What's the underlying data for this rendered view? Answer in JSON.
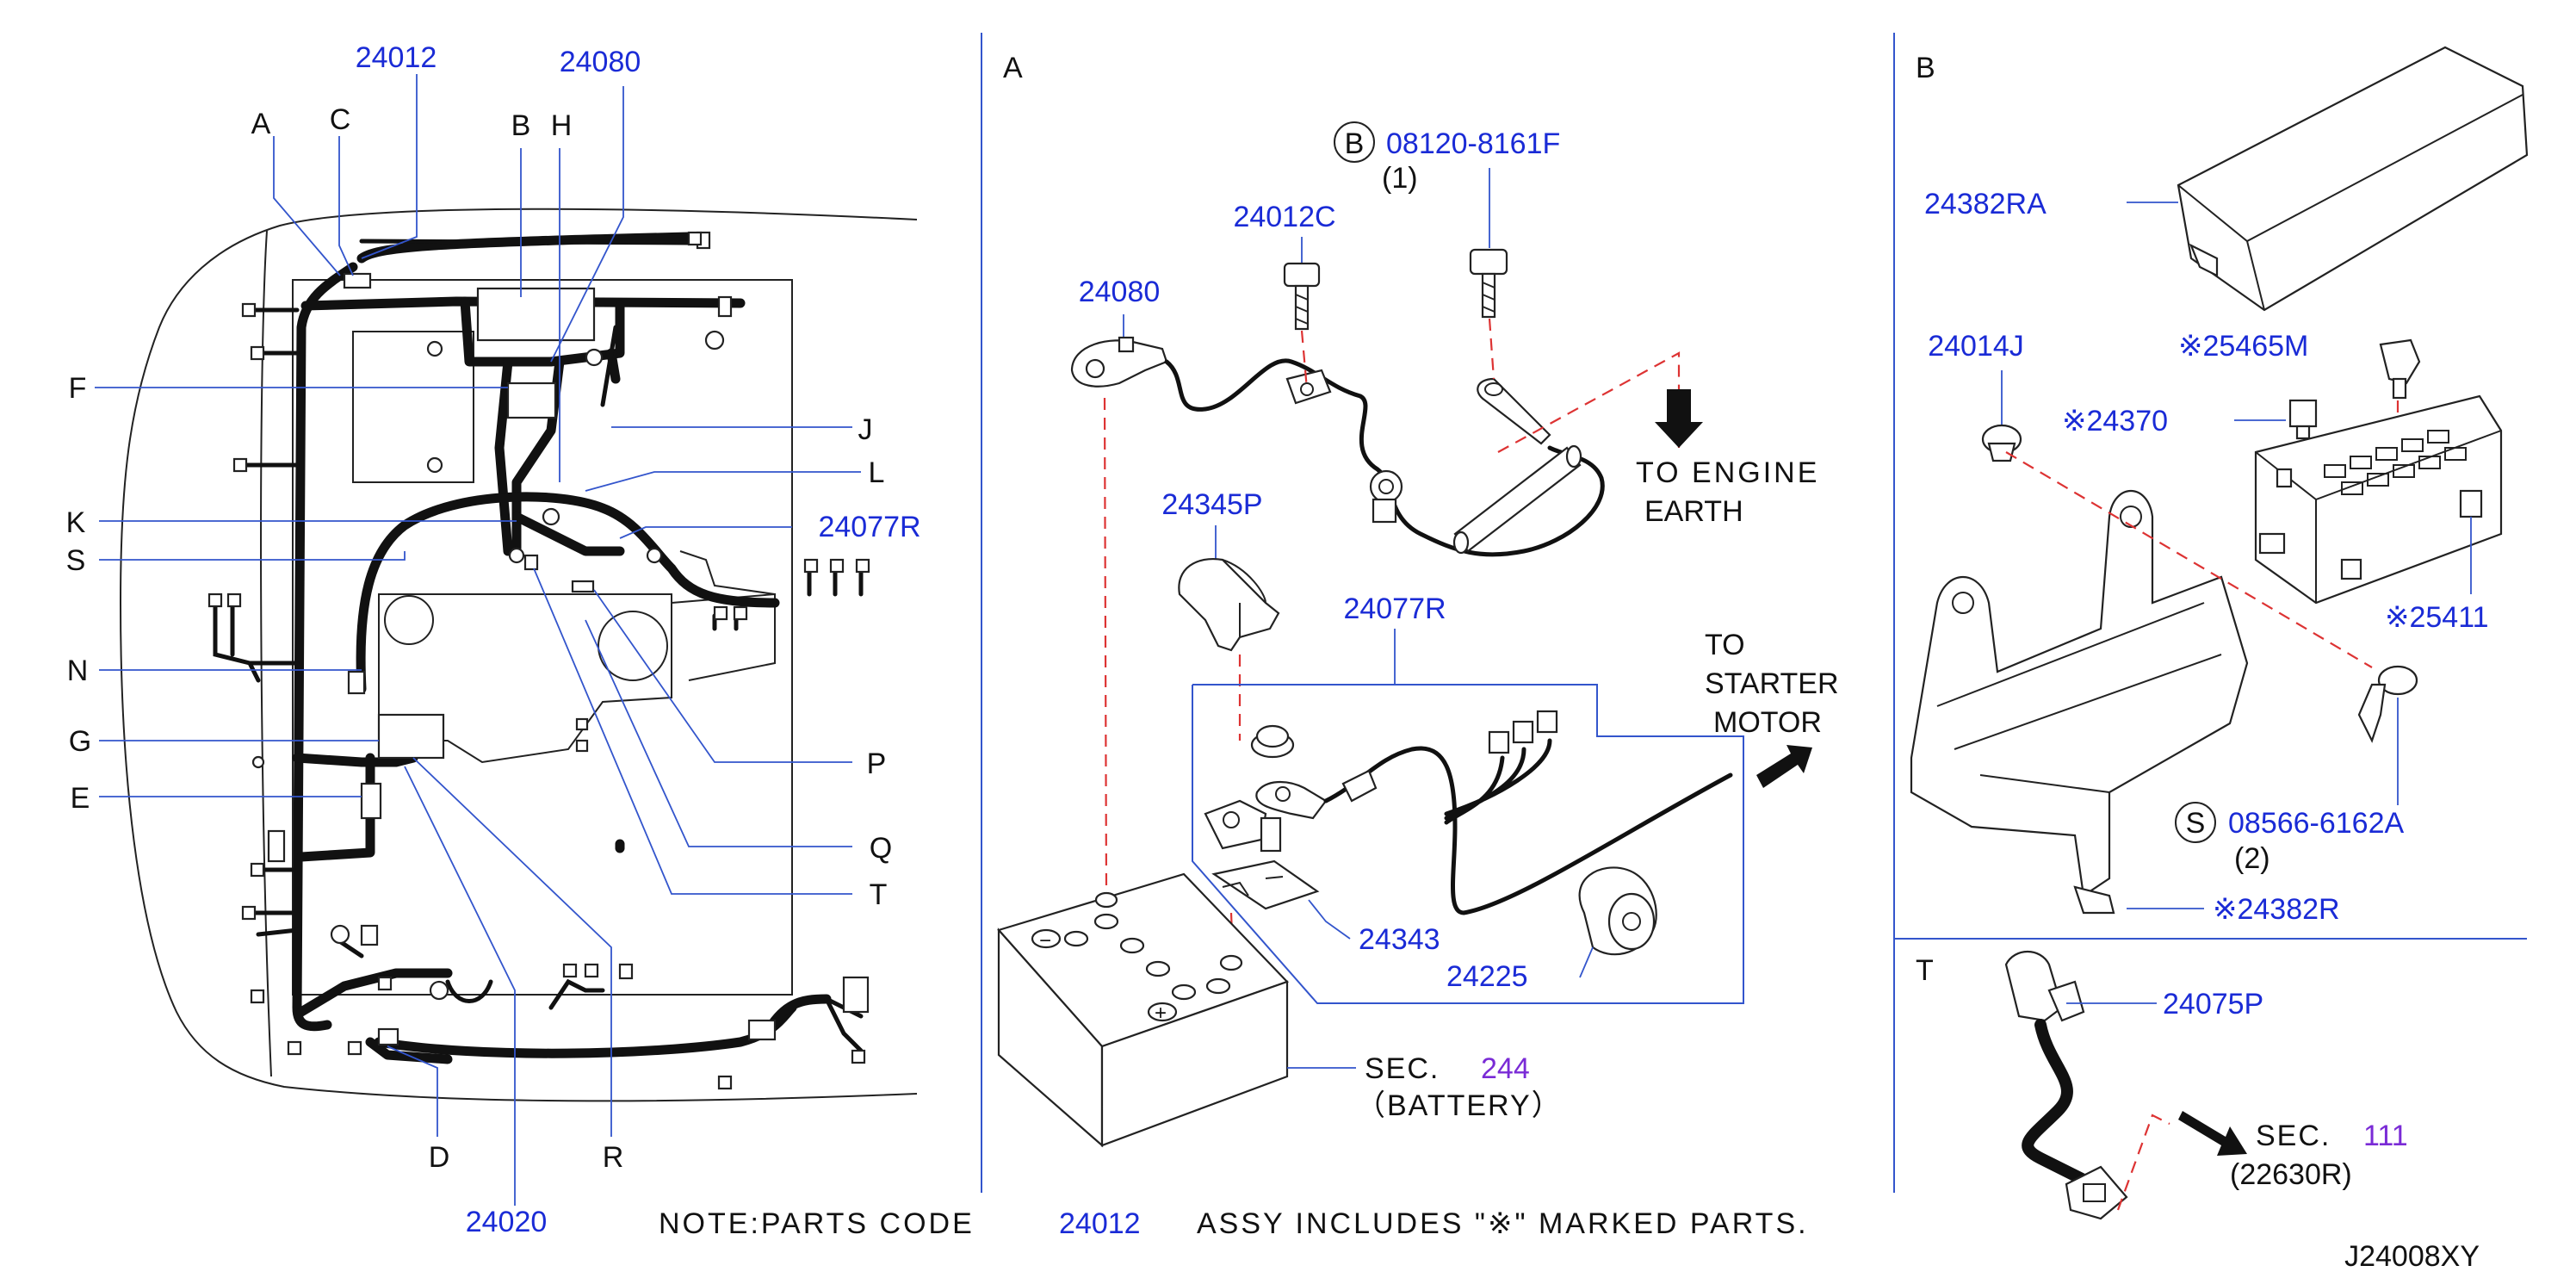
{
  "panels": {
    "main": {
      "letters": [
        "A",
        "C",
        "B",
        "H",
        "F",
        "J",
        "L",
        "K",
        "S",
        "N",
        "G",
        "E",
        "P",
        "Q",
        "T",
        "R",
        "D"
      ],
      "parts": {
        "p24012": "24012",
        "p24080": "24080",
        "p24077R": "24077R",
        "p24020": "24020"
      }
    },
    "a": {
      "title": "A",
      "bolt_symbol": "B",
      "bolt_part": "08120-8161F",
      "bolt_qty": "(1)",
      "p24012C": "24012C",
      "p24080": "24080",
      "to_engine_earth": [
        "TO ENGINE",
        "EARTH"
      ],
      "p24345P": "24345P",
      "p24077R": "24077R",
      "to_starter_motor": [
        "TO",
        "STARTER",
        "MOTOR"
      ],
      "p24343": "24343",
      "p24225": "24225",
      "sec_label": "SEC.",
      "sec_num": "244",
      "battery": "（BATTERY）"
    },
    "b": {
      "title": "B",
      "p24382RA": "24382RA",
      "p24014J": "24014J",
      "p25465M": "※25465M",
      "p24370": "※24370",
      "p25411": "※25411",
      "screw_symbol": "S",
      "screw_part": "08566-6162A",
      "screw_qty": "(2)",
      "p24382R": "※24382R"
    },
    "t": {
      "title": "T",
      "p24075P": "24075P",
      "sec_label": "SEC.",
      "sec_num": "111",
      "sec_ref": "(22630R)"
    }
  },
  "note": {
    "prefix": "NOTE:PARTS  CODE",
    "code": "24012",
    "suffix": "ASSY  INCLUDES  \"※\"  MARKED  PARTS."
  },
  "drawing_id": "J24008XY",
  "colors": {
    "part_number": "#1a2bd6",
    "section_number": "#7a2bd6",
    "leader": "#3355cc",
    "dashed_guide": "#dd3333"
  }
}
